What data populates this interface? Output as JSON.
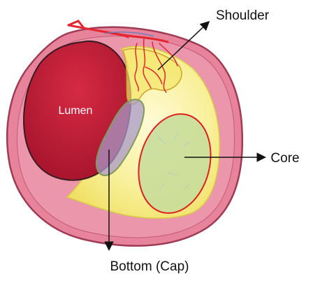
{
  "labels": {
    "lumen": "Lumen",
    "shoulder": "Shoulder",
    "core": "Core",
    "bottom": "Bottom (Cap)"
  },
  "colors": {
    "outer_wall": "#e7839b",
    "wall_stroke": "#9f3b55",
    "lumen": "#c41d3a",
    "lumen_stroke": "#3a1b20",
    "plaque": "#f6ef9c",
    "core_fill": "#c6dc9a",
    "core_stroke": "#e02020",
    "cap_fill": "#b2a4c7",
    "vessels": "#e3262f",
    "arrow": "#111111"
  }
}
